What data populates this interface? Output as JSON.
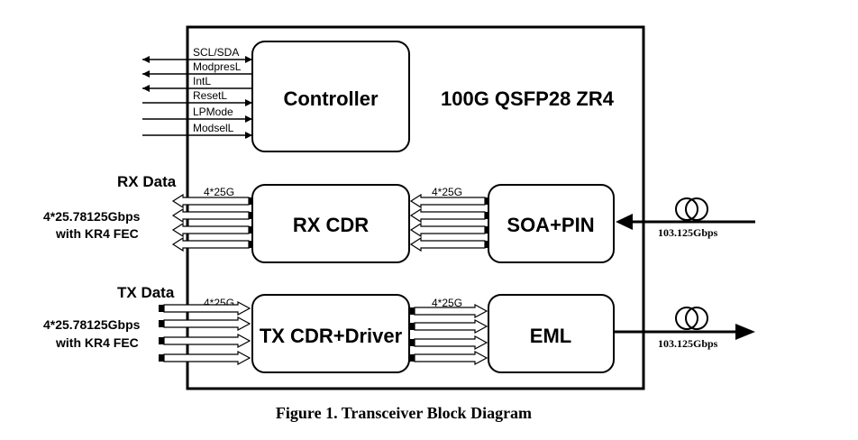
{
  "module_title": "100G QSFP28 ZR4",
  "blocks": {
    "controller": "Controller",
    "rx_cdr": "RX CDR",
    "soa_pin": "SOA+PIN",
    "tx_cdr": "TX CDR+Driver",
    "eml": "EML"
  },
  "control_signals": [
    "SCL/SDA",
    "ModpresL",
    "IntL",
    "ResetL",
    "LPMode",
    "ModselL"
  ],
  "rx": {
    "title": "RX Data",
    "rate_line1": "4*25.78125Gbps",
    "rate_line2": "with KR4 FEC",
    "lane_left": "4*25G",
    "lane_right": "4*25G",
    "optical_rate": "103.125Gbps"
  },
  "tx": {
    "title": "TX Data",
    "rate_line1": "4*25.78125Gbps",
    "rate_line2": "with KR4 FEC",
    "lane_left": "4*25G",
    "lane_right": "4*25G",
    "optical_rate": "103.125Gbps"
  },
  "caption": "Figure 1. Transceiver Block Diagram"
}
